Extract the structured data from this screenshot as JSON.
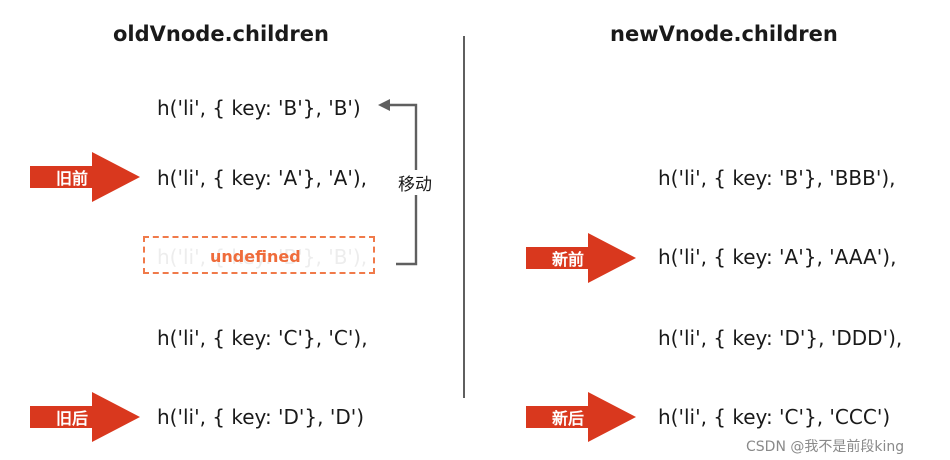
{
  "left": {
    "title": "oldVnode.children",
    "rows": [
      "h('li', { key: 'B'}, 'B')",
      "h('li', { key: 'A'}, 'A'),",
      "h('li', { key: 'B'}, 'B'),",
      "h('li', { key: 'C'}, 'C'),",
      "h('li', { key: 'D'}, 'D')"
    ],
    "placeholder_label": "undefined",
    "move_label": "移动",
    "pointers": {
      "old_start": "旧前",
      "old_end": "旧后"
    }
  },
  "right": {
    "title": "newVnode.children",
    "rows": [
      "h('li', { key: 'B'}, 'BBB'),",
      "h('li', { key: 'A'}, 'AAA'),",
      "h('li', { key: 'D'}, 'DDD'),",
      "h('li', { key: 'C'}, 'CCC')"
    ],
    "pointers": {
      "new_start": "新前",
      "new_end": "新后"
    }
  },
  "watermark": "CSDN @我不是前段king",
  "colors": {
    "pointer": "#d9381e",
    "dashed": "#f07a4a",
    "divider": "#5f5f5f"
  }
}
